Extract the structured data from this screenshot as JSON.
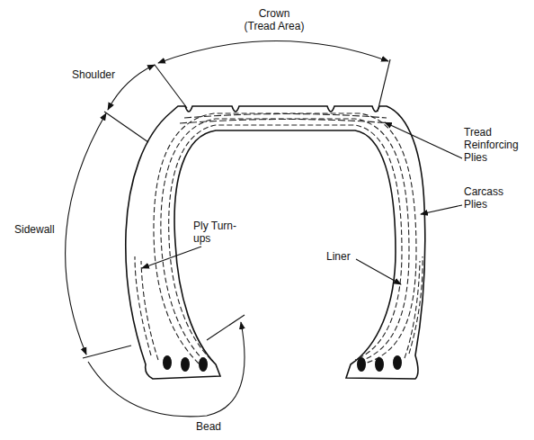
{
  "diagram": {
    "labels": [
      "Crown (Tread Area)",
      "Shoulder",
      "Tread Reinforcing Plies",
      "Carcass Plies",
      "Sidewall",
      "Ply Turn-ups",
      "Liner",
      "Bead"
    ]
  }
}
